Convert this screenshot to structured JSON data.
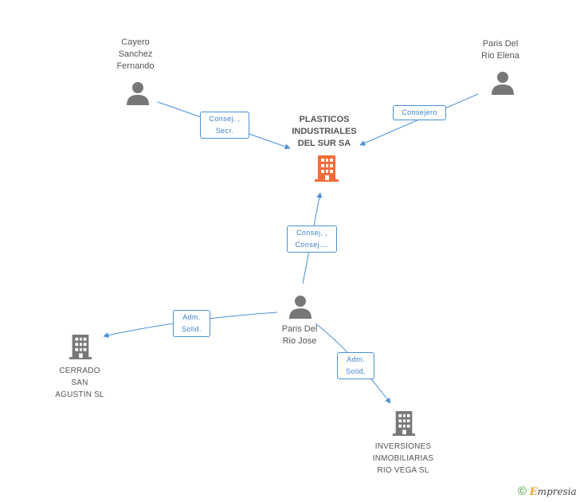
{
  "nodes": {
    "cayero": {
      "label": "Cayero\nSanchez\nFernando",
      "kind": "person"
    },
    "paris_elena": {
      "label": "Paris Del\nRio Elena",
      "kind": "person"
    },
    "plasticos": {
      "label": "PLASTICOS\nINDUSTRIALES\nDEL SUR SA",
      "kind": "company-focus"
    },
    "paris_jose": {
      "label": "Paris Del\nRio Jose",
      "kind": "person"
    },
    "cerrado": {
      "label": "CERRADO\nSAN\nAGUSTIN SL",
      "kind": "company"
    },
    "inversiones": {
      "label": "INVERSIONES\nINMOBILIARIAS\nRIO VEGA SL",
      "kind": "company"
    }
  },
  "edges": {
    "cayero_plasticos": "Consej. ,\nSecr.",
    "elena_plasticos": "Consejero",
    "jose_plasticos": "Consej. ,\nConsej....",
    "jose_cerrado": "Adm.\nSolid.",
    "jose_inversiones": "Adm.\nSolid."
  },
  "colors": {
    "edge": "#4a8fd6",
    "person_icon": "#777777",
    "company_icon": "#777777",
    "focus_icon": "#f26b3a"
  },
  "brand": {
    "copyright": "©",
    "initial": "E",
    "rest": "mpresia"
  }
}
